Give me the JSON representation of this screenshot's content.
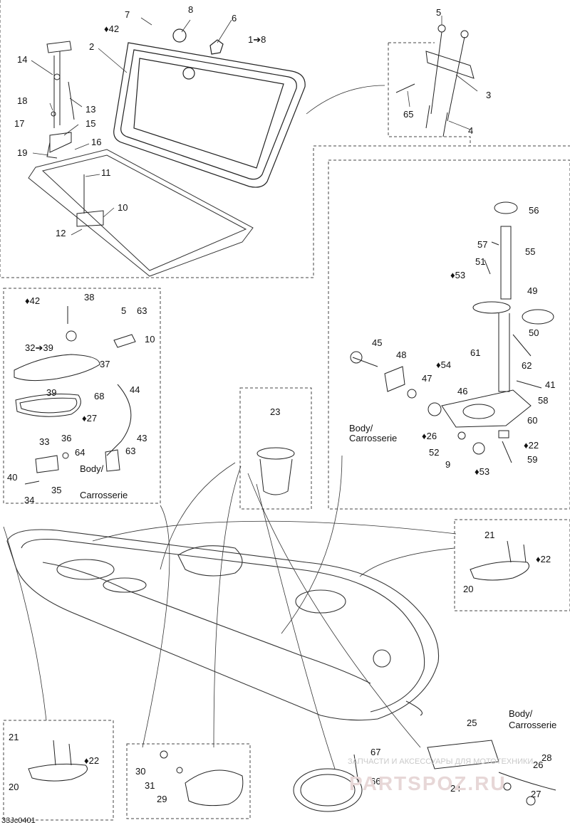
{
  "figure_code": "33Jc0401",
  "labels": {
    "7": "7",
    "8": "8",
    "d42a": "♦42",
    "6": "6",
    "1to8": "1➔8",
    "2": "2",
    "14": "14",
    "13": "13",
    "18": "18",
    "17": "17",
    "15": "15",
    "16": "16",
    "19": "19",
    "11": "11",
    "10": "10",
    "12": "12",
    "5a": "5",
    "3": "3",
    "65": "65",
    "4": "4",
    "56": "56",
    "57": "57",
    "55": "55",
    "51": "51",
    "d53a": "♦53",
    "49": "49",
    "50": "50",
    "45": "45",
    "48": "48",
    "61": "61",
    "d54": "♦54",
    "62": "62",
    "47": "47",
    "41": "41",
    "46": "46",
    "58": "58",
    "body1": "Body/",
    "carr1": "Carrosserie",
    "d26a": "♦26",
    "60": "60",
    "d22a": "♦22",
    "52": "52",
    "59": "59",
    "9": "9",
    "d53b": "♦53",
    "d42b": "♦42",
    "38": "38",
    "5b": "5",
    "63a": "63",
    "10b": "10",
    "32to39": "32➔39",
    "37": "37",
    "44": "44",
    "39": "39",
    "68": "68",
    "d27": "♦27",
    "43": "43",
    "33": "33",
    "36": "36",
    "64": "64",
    "63b": "63",
    "40": "40",
    "body2": "Body/",
    "35": "35",
    "carr2": "Carrosserie",
    "34": "34",
    "23": "23",
    "21a": "21",
    "d22b": "♦22",
    "20a": "20",
    "body3": "Body/",
    "carr3": "Carrosserie",
    "25": "25",
    "21b": "21",
    "d22c": "♦22",
    "20b": "20",
    "30": "30",
    "31": "31",
    "29": "29",
    "67": "67",
    "66": "66",
    "28": "28",
    "26b": "26",
    "24": "24",
    "27": "27"
  },
  "watermark": {
    "line1": "ЗАПЧАСТИ И АКСЕССУАРЫ ДЛЯ МОТОТЕХНИКИ",
    "logo": "PARTSPOZ.RU"
  }
}
